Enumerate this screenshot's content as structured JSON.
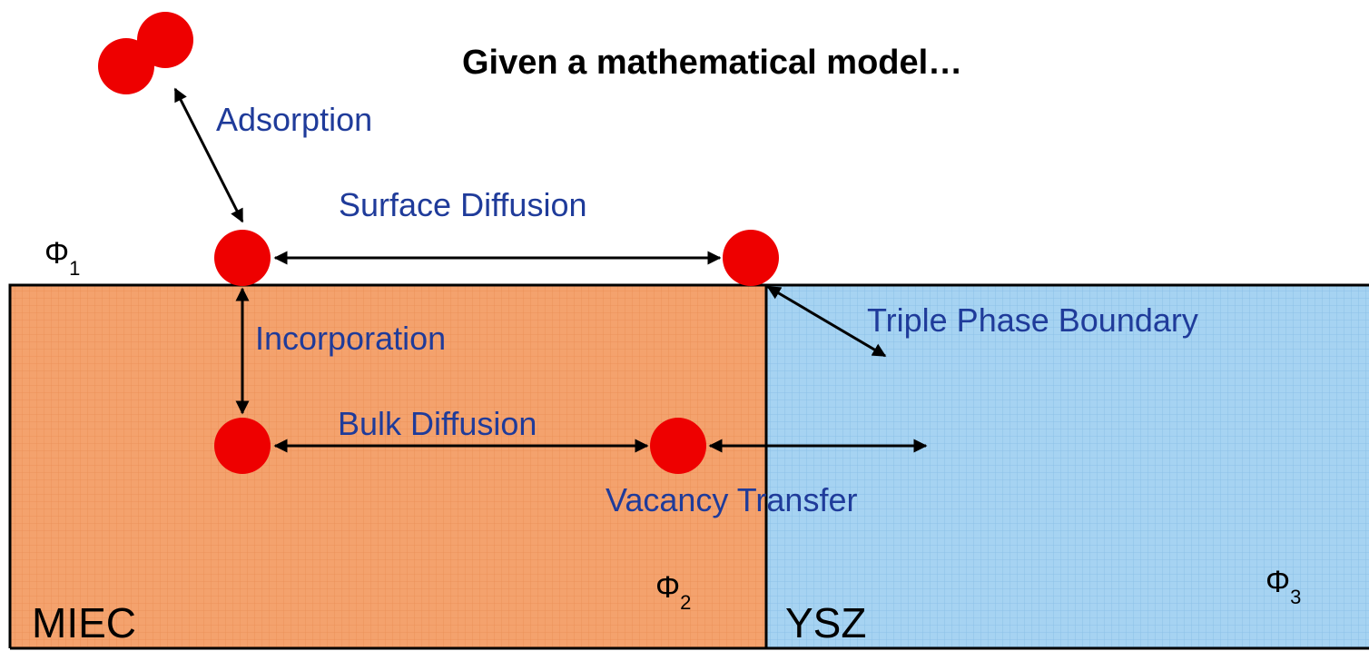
{
  "title": "Given a mathematical model…",
  "colors": {
    "miec": "#f4a26d",
    "ysz": "#a6d3f2",
    "particle": "#ee0000",
    "label": "#1f3b9a"
  },
  "regions": {
    "left": "MIEC",
    "right": "YSZ"
  },
  "potentials": {
    "p1": {
      "symbol": "Φ",
      "sub": "1"
    },
    "p2": {
      "symbol": "Φ",
      "sub": "2"
    },
    "p3": {
      "symbol": "Φ",
      "sub": "3"
    }
  },
  "processes": {
    "adsorption": "Adsorption",
    "surface_diffusion": "Surface Diffusion",
    "incorporation": "Incorporation",
    "bulk_diffusion": "Bulk Diffusion",
    "vacancy_transfer": "Vacancy Transfer",
    "tpb": "Triple Phase Boundary"
  }
}
